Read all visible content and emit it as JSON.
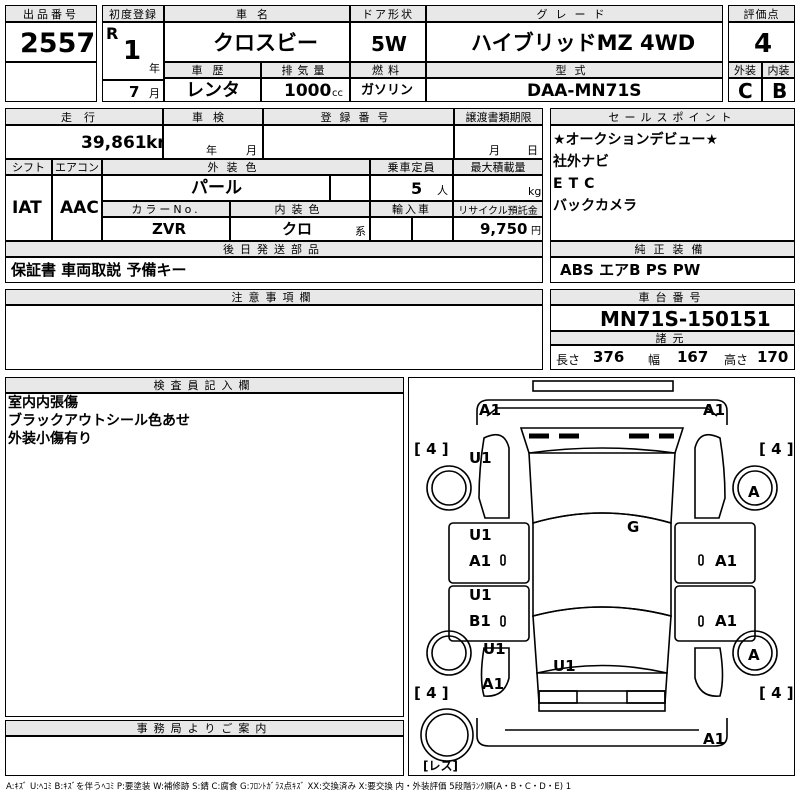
{
  "header": {
    "lot_label": "出品番号",
    "lot": "2557",
    "first_reg_label": "初度登録",
    "era": "R",
    "year": "1",
    "year_unit": "年",
    "month": "7",
    "month_unit": "月",
    "car_name_label": "車名",
    "car_name": "クロスビー",
    "door_label": "ドア形状",
    "door": "5W",
    "grade_label": "グレード",
    "grade": "ハイブリッドMZ 4WD",
    "score_label": "評価点",
    "score": "4",
    "history_label": "車歴",
    "history": "レンタ",
    "displacement_label": "排気量",
    "displacement": "1000",
    "displacement_unit": "cc",
    "fuel_label": "燃料",
    "fuel": "ガソリン",
    "model_label": "型式",
    "model": "DAA-MN71S",
    "exterior_label": "外装",
    "exterior": "C",
    "interior_label": "内装",
    "interior": "B"
  },
  "row2": {
    "mileage_label": "走行",
    "mileage": "39,861",
    "mileage_unit": "km",
    "inspection_label": "車検",
    "insp_year_unit": "年",
    "insp_month_unit": "月",
    "reg_no_label": "登録番号",
    "transfer_label": "譲渡書類期限",
    "transfer_month_unit": "月",
    "transfer_day_unit": "日",
    "shift_label": "シフト",
    "shift": "IAT",
    "ac_label": "エアコン",
    "ac": "AAC",
    "color_label": "外装色",
    "color": "パール",
    "capacity_label": "乗車定員",
    "capacity": "5",
    "capacity_unit": "人",
    "load_label": "最大積載量",
    "load_unit": "kg",
    "color_no_label": "カラーNo.",
    "color_no": "ZVR",
    "int_color_label": "内装色",
    "int_color": "クロ",
    "int_color_unit": "系",
    "import_label": "輸入車",
    "recycle_label": "リサイクル預託金",
    "recycle": "9,750",
    "recycle_unit": "円",
    "later_parts_label": "後日発送部品",
    "later_parts": "保証書 車両取説 予備キー"
  },
  "sales_points": {
    "label": "セールスポイント",
    "lines": [
      "★オークションデビュー★",
      "社外ナビ",
      "ETC",
      "バックカメラ"
    ]
  },
  "equipment": {
    "label": "純正装備",
    "value": "ABS エアB PS PW"
  },
  "notes": {
    "label": "注意事項欄"
  },
  "chassis": {
    "label": "車台番号",
    "value": "MN71S-150151"
  },
  "dimensions": {
    "label": "諸元",
    "length_label": "長さ",
    "length": "376",
    "width_label": "幅",
    "width": "167",
    "height_label": "高さ",
    "height": "170"
  },
  "inspector": {
    "label": "検査員記入欄",
    "lines": [
      "室内内張傷",
      "ブラックアウトシール色あせ",
      "外装小傷有り"
    ]
  },
  "office": {
    "label": "事務局よりご案内"
  },
  "diagram": {
    "marks": {
      "front_left": "A1",
      "front_right": "A1",
      "left_front_fender": "U1",
      "roof": "G",
      "left_front_door_1": "U1",
      "left_front_door_2": "A1",
      "right_front_door": "A1",
      "left_rear_door_1": "U1",
      "left_rear_door_2": "B1",
      "right_rear_door": "A1",
      "left_rear_fender": "U1",
      "rear_hatch": "U1",
      "left_rear_corner": "A1",
      "rear_bumper": "A1",
      "wheel_right_front": "A",
      "wheel_right_rear": "A"
    },
    "tire_fl": "[ 4 ]",
    "tire_fr": "[ 4 ]",
    "tire_rl": "[ 4 ]",
    "tire_rr": "[ 4 ]",
    "spare": "[レス]"
  },
  "legend": "A:ｷｽﾞ U:ﾍｺﾐ B:ｷｽﾞを伴うﾍｺﾐ P:要塗装 W:補修跡 S:錆 C:腐食 G:ﾌﾛﾝﾄｶﾞﾗｽ点ｷｽﾞ XX:交換済み X:要交換 内・外装評価 5段階ﾗﾝｸ順(A・B・C・D・E) 1"
}
